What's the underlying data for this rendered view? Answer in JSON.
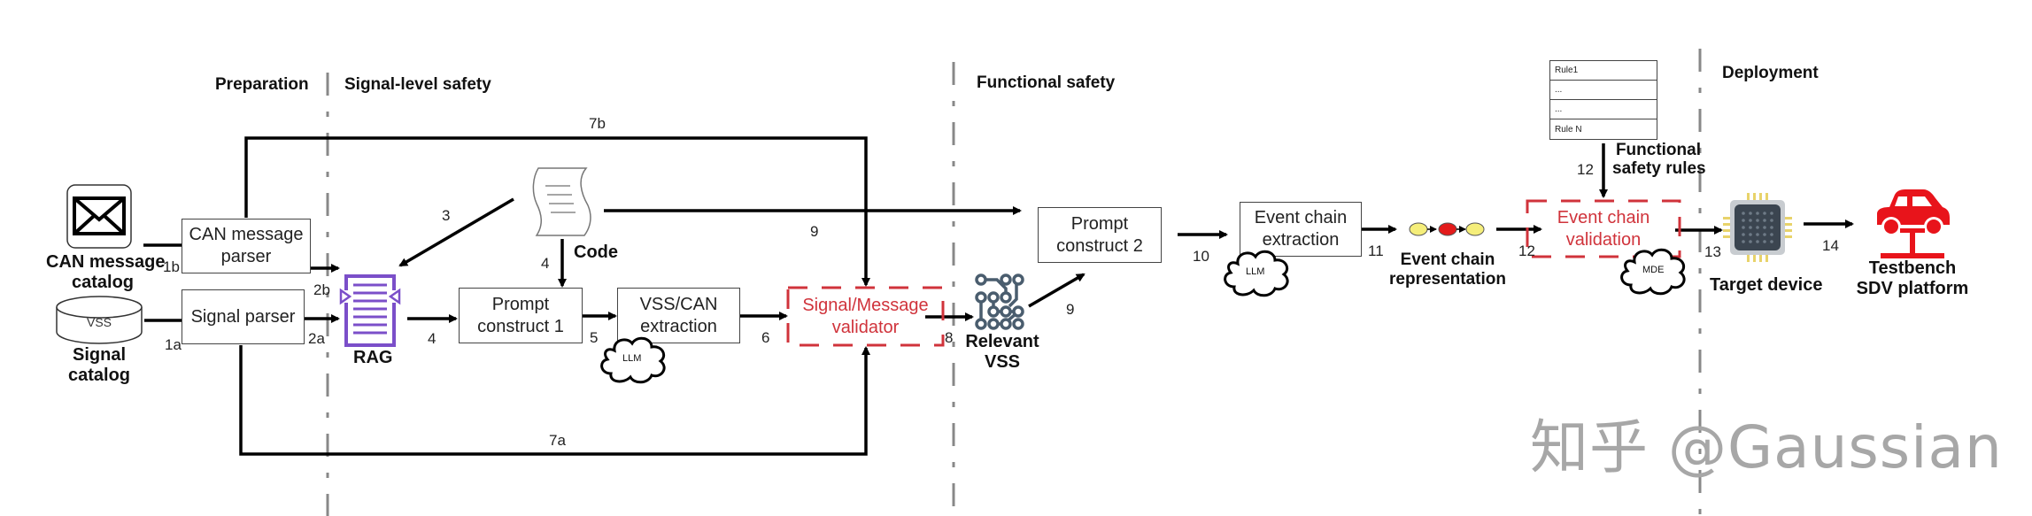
{
  "sections": [
    {
      "id": "preparation",
      "label": "Preparation"
    },
    {
      "id": "signal-level",
      "label": "Signal-level safety"
    },
    {
      "id": "functional",
      "label": "Functional safety"
    },
    {
      "id": "deployment",
      "label": "Deployment"
    }
  ],
  "inputs": {
    "can_catalog": {
      "label_line1": "CAN message",
      "label_line2": "catalog"
    },
    "signal_catalog": {
      "cylinder_text": "VSS",
      "label_line1": "Signal",
      "label_line2": "catalog"
    }
  },
  "nodes": {
    "can_parser": {
      "line1": "CAN message",
      "line2": "parser"
    },
    "signal_parser": {
      "line1": "Signal parser"
    },
    "rag": {
      "label": "RAG"
    },
    "code": {
      "label": "Code"
    },
    "prompt1": {
      "line1": "Prompt",
      "line2": "construct 1"
    },
    "vss_can": {
      "line1": "VSS/CAN",
      "line2": "extraction"
    },
    "llm1": {
      "label": "LLM"
    },
    "validator": {
      "line1": "Signal/Message",
      "line2": "validator"
    },
    "relevant_vss": {
      "line1": "Relevant",
      "line2": "VSS"
    },
    "prompt2": {
      "line1": "Prompt",
      "line2": "construct 2"
    },
    "ec_extraction": {
      "line1": "Event chain",
      "line2": "extraction"
    },
    "llm2": {
      "label": "LLM"
    },
    "ec_repr": {
      "line1": "Event chain",
      "line2": "representation"
    },
    "rules": {
      "rows": [
        "Rule1",
        "...",
        "...",
        "Rule N"
      ],
      "label_line1": "Functional",
      "label_line2": "safety rules"
    },
    "ec_validation": {
      "line1": "Event chain",
      "line2": "validation"
    },
    "mde": {
      "label": "MDE"
    },
    "target": {
      "label": "Target device"
    },
    "testbench": {
      "line1": "Testbench",
      "line2": "SDV platform"
    }
  },
  "edge_labels": {
    "e1a": "1a",
    "e1b": "1b",
    "e2a": "2a",
    "e2b": "2b",
    "e3": "3",
    "e4_code": "4",
    "e4_rag": "4",
    "e5": "5",
    "e6": "6",
    "e7a": "7a",
    "e7b": "7b",
    "e8": "8",
    "e9_top": "9",
    "e9_vss": "9",
    "e10": "10",
    "e11": "11",
    "e12_in": "12",
    "e12_rules": "12",
    "e13": "13",
    "e14": "14"
  },
  "colors": {
    "validator_red": "#d0333b",
    "rag_purple": "#7b4fc9",
    "vss_icon_slate": "#4a5d6e",
    "car_red": "#e8141b",
    "chip_body": "#3b4550",
    "event_yellow": "#f5ee7a",
    "event_red": "#e31b1b"
  },
  "watermark": "知乎 @Gaussian"
}
